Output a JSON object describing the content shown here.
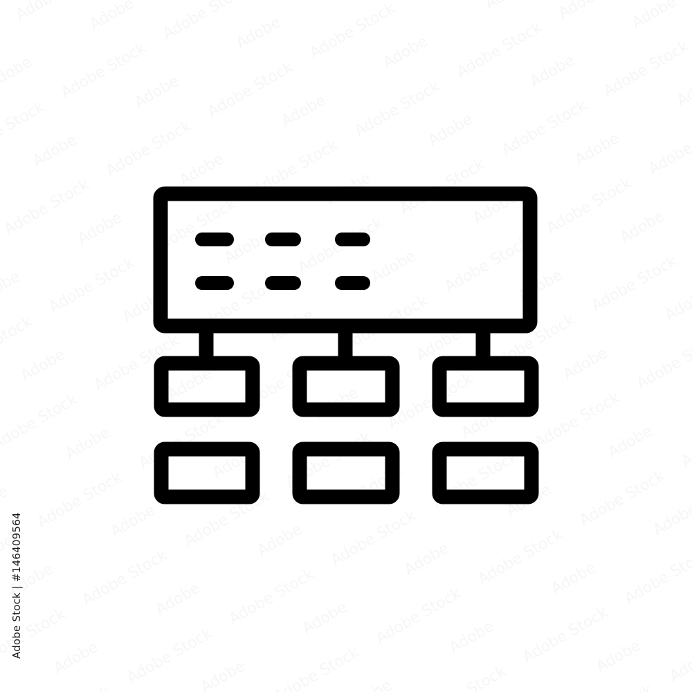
{
  "stock": {
    "prefix": "Adobe Stock",
    "separator": " | ",
    "id": "#146409564",
    "watermark_text": "Adobe Stock"
  },
  "icon": {
    "name": "sitemap-hierarchy-icon",
    "stroke_color": "#000000",
    "background_color": "#ffffff"
  }
}
